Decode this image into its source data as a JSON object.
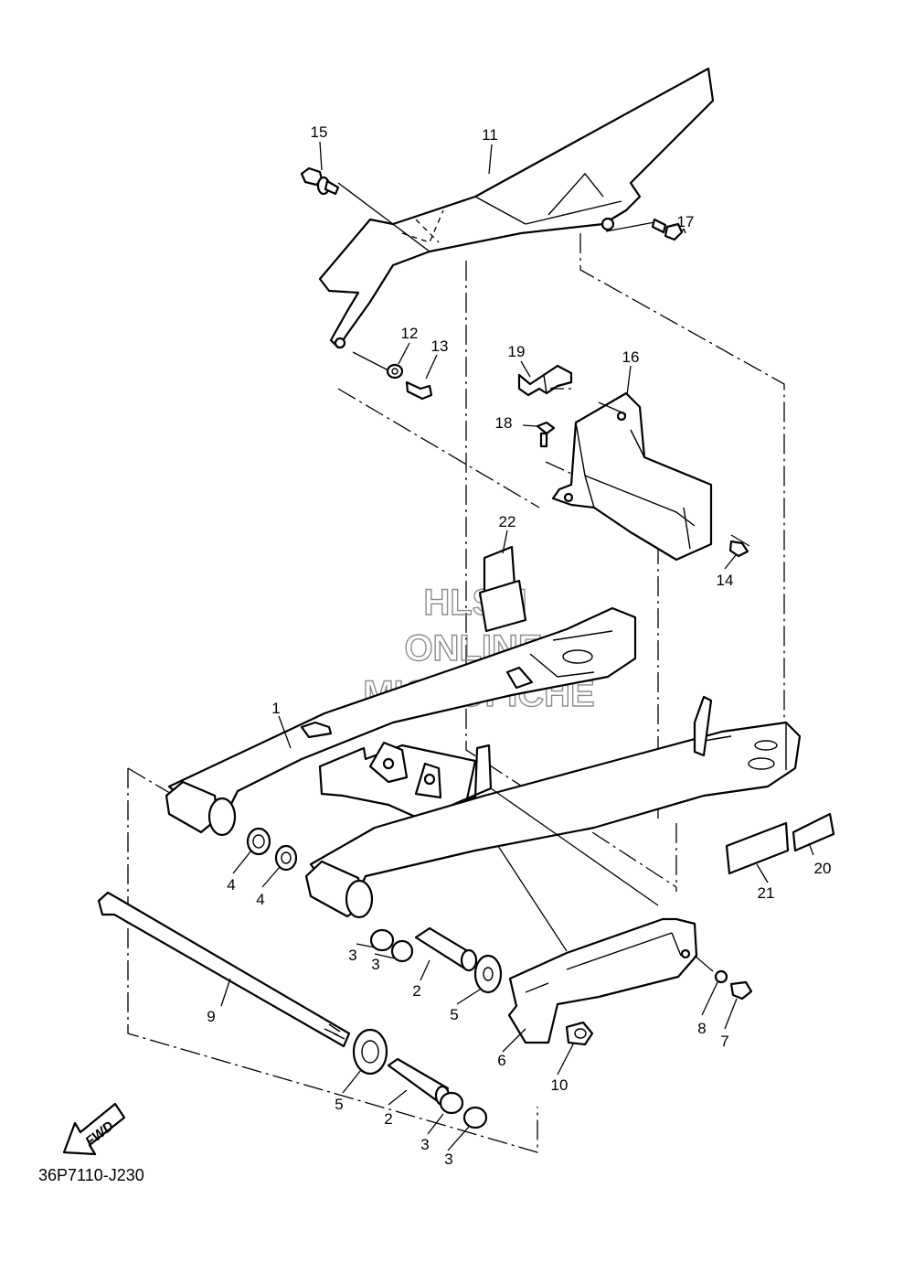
{
  "watermark": {
    "line1": "HLSM",
    "line2": "ONLINE",
    "line3": "MICROFICHE"
  },
  "diagram_code": "36P7110-J230",
  "fwd_label": "FWD",
  "callouts": {
    "p1": "1",
    "p2a": "2",
    "p2b": "2",
    "p3a": "3",
    "p3b": "3",
    "p3c": "3",
    "p3d": "3",
    "p4a": "4",
    "p4b": "4",
    "p5a": "5",
    "p5b": "5",
    "p6": "6",
    "p7": "7",
    "p8": "8",
    "p9": "9",
    "p10": "10",
    "p11": "11",
    "p12": "12",
    "p13": "13",
    "p14": "14",
    "p15": "15",
    "p16": "16",
    "p17": "17",
    "p18": "18",
    "p19": "19",
    "p20": "20",
    "p21": "21",
    "p22": "22"
  }
}
